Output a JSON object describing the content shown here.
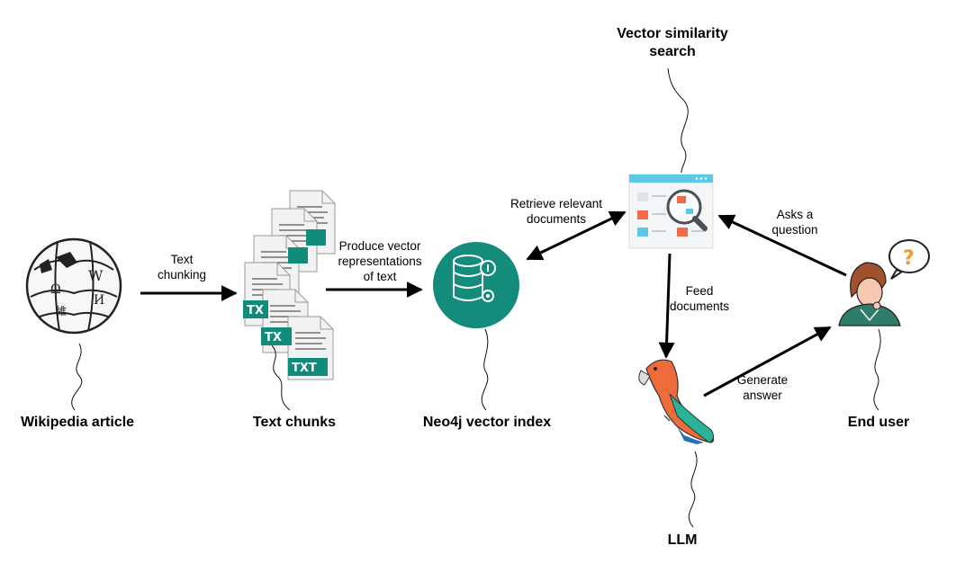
{
  "nodes": {
    "wikipedia": {
      "label": "Wikipedia article",
      "icon": "wikipedia-globe-icon",
      "globe_glyphs": [
        "W",
        "Ω",
        "И",
        "維"
      ]
    },
    "chunks": {
      "label": "Text chunks",
      "icon": "text-file-stack-icon",
      "file_tag": "TXT"
    },
    "neo4j": {
      "label": "Neo4j vector index",
      "icon": "database-gear-icon",
      "color": "#138c7c"
    },
    "search": {
      "label_lines": [
        "Vector similarity",
        "search"
      ],
      "icon": "magnifier-dashboard-icon"
    },
    "llm": {
      "label": "LLM",
      "icon": "parrot-icon"
    },
    "user": {
      "label": "End user",
      "icon": "user-question-icon"
    }
  },
  "edges": {
    "chunking": {
      "lines": [
        "Text",
        "chunking"
      ]
    },
    "vectors": {
      "lines": [
        "Produce vector",
        "representations",
        "of text"
      ]
    },
    "retrieve": {
      "lines": [
        "Retrieve relevant",
        "documents"
      ]
    },
    "asks": {
      "lines": [
        "Asks a",
        "question"
      ]
    },
    "feed": {
      "lines": [
        "Feed",
        "documents"
      ]
    },
    "generate": {
      "lines": [
        "Generate",
        "answer"
      ]
    }
  },
  "colors": {
    "teal": "#138c7c",
    "parrot_red": "#f06b3a",
    "parrot_green": "#2bb39a",
    "dashboard_blue": "#5bc9e6",
    "dashboard_orange": "#f36b4a",
    "user_green": "#2e7d6b"
  }
}
